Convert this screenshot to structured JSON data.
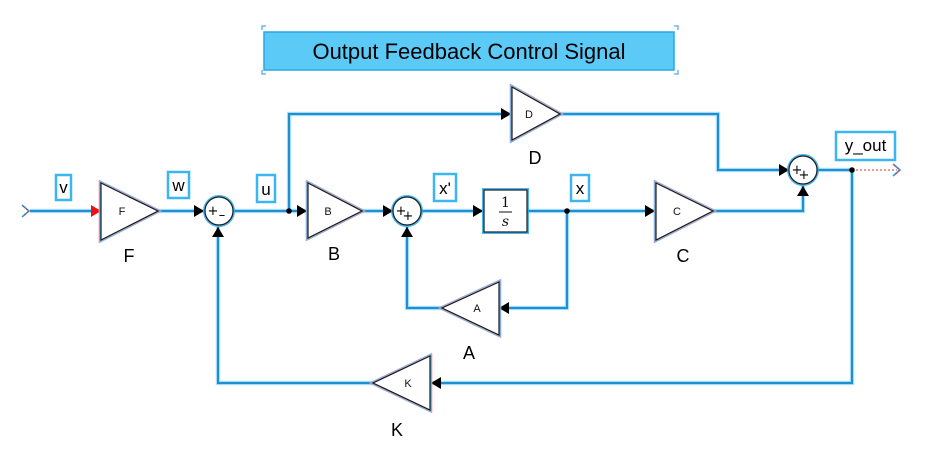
{
  "title": "Output Feedback Control Signal",
  "colors": {
    "wire": "#1e90d0",
    "selection_glow": "#29a8ef",
    "title_fill": "#5ccaf7",
    "signal_box_border": "#3ab6f2",
    "input_port_arrow": "#ee1111"
  },
  "ports": {
    "inport": "inport-icon",
    "outport": "outport-icon"
  },
  "signals": {
    "v": "v",
    "w": "w",
    "u": "u",
    "xdot": "x'",
    "x": "x",
    "y_out": "y_out"
  },
  "blocks": {
    "F": {
      "type": "gain",
      "inner": "F",
      "name": "F"
    },
    "B": {
      "type": "gain",
      "inner": "B",
      "name": "B"
    },
    "C": {
      "type": "gain",
      "inner": "C",
      "name": "C"
    },
    "D": {
      "type": "gain",
      "inner": "D",
      "name": "D"
    },
    "A": {
      "type": "gain",
      "inner": "A",
      "name": "A"
    },
    "K": {
      "type": "gain",
      "inner": "K",
      "name": "K"
    },
    "integrator": {
      "type": "integrator",
      "numerator": "1",
      "denominator": "s"
    },
    "sum1": {
      "type": "sum",
      "signs": [
        "+",
        "–"
      ]
    },
    "sum2": {
      "type": "sum",
      "signs": [
        "+",
        "+"
      ]
    },
    "sum3": {
      "type": "sum",
      "signs": [
        "+",
        "+"
      ]
    }
  }
}
